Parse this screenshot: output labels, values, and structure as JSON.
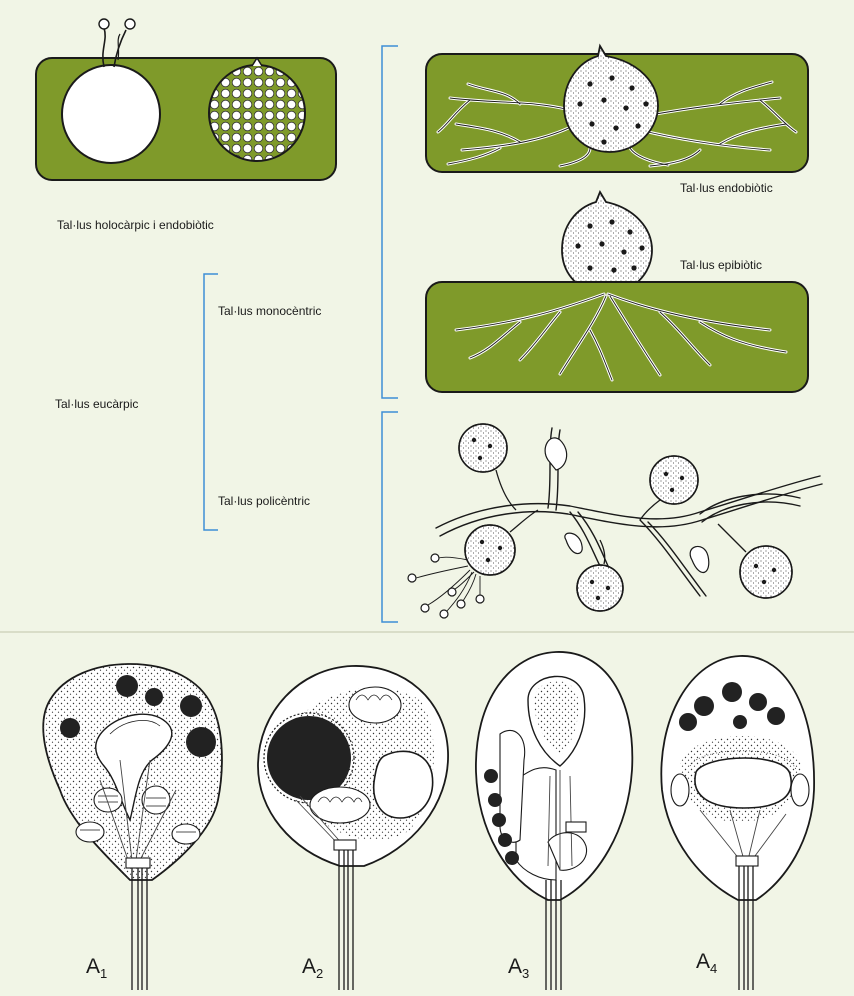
{
  "labels": {
    "holocarpic": "Tal·lus holocàrpic i endobiòtic",
    "monocentric": "Tal·lus monocèntric",
    "eucarpic": "Tal·lus eucàrpic",
    "policentric": "Tal·lus policèntric",
    "endobiotic": "Tal·lus endobiòtic",
    "epibiotic": "Tal·lus epibiòtic"
  },
  "zoospores": [
    {
      "letter": "A",
      "index": "1"
    },
    {
      "letter": "A",
      "index": "2"
    },
    {
      "letter": "A",
      "index": "3"
    },
    {
      "letter": "A",
      "index": "4"
    }
  ],
  "colors": {
    "host_cell": "#7f9a2a",
    "bracket": "#3d8fd6",
    "background": "#f1f5e6",
    "line": "#1a1a1a"
  }
}
